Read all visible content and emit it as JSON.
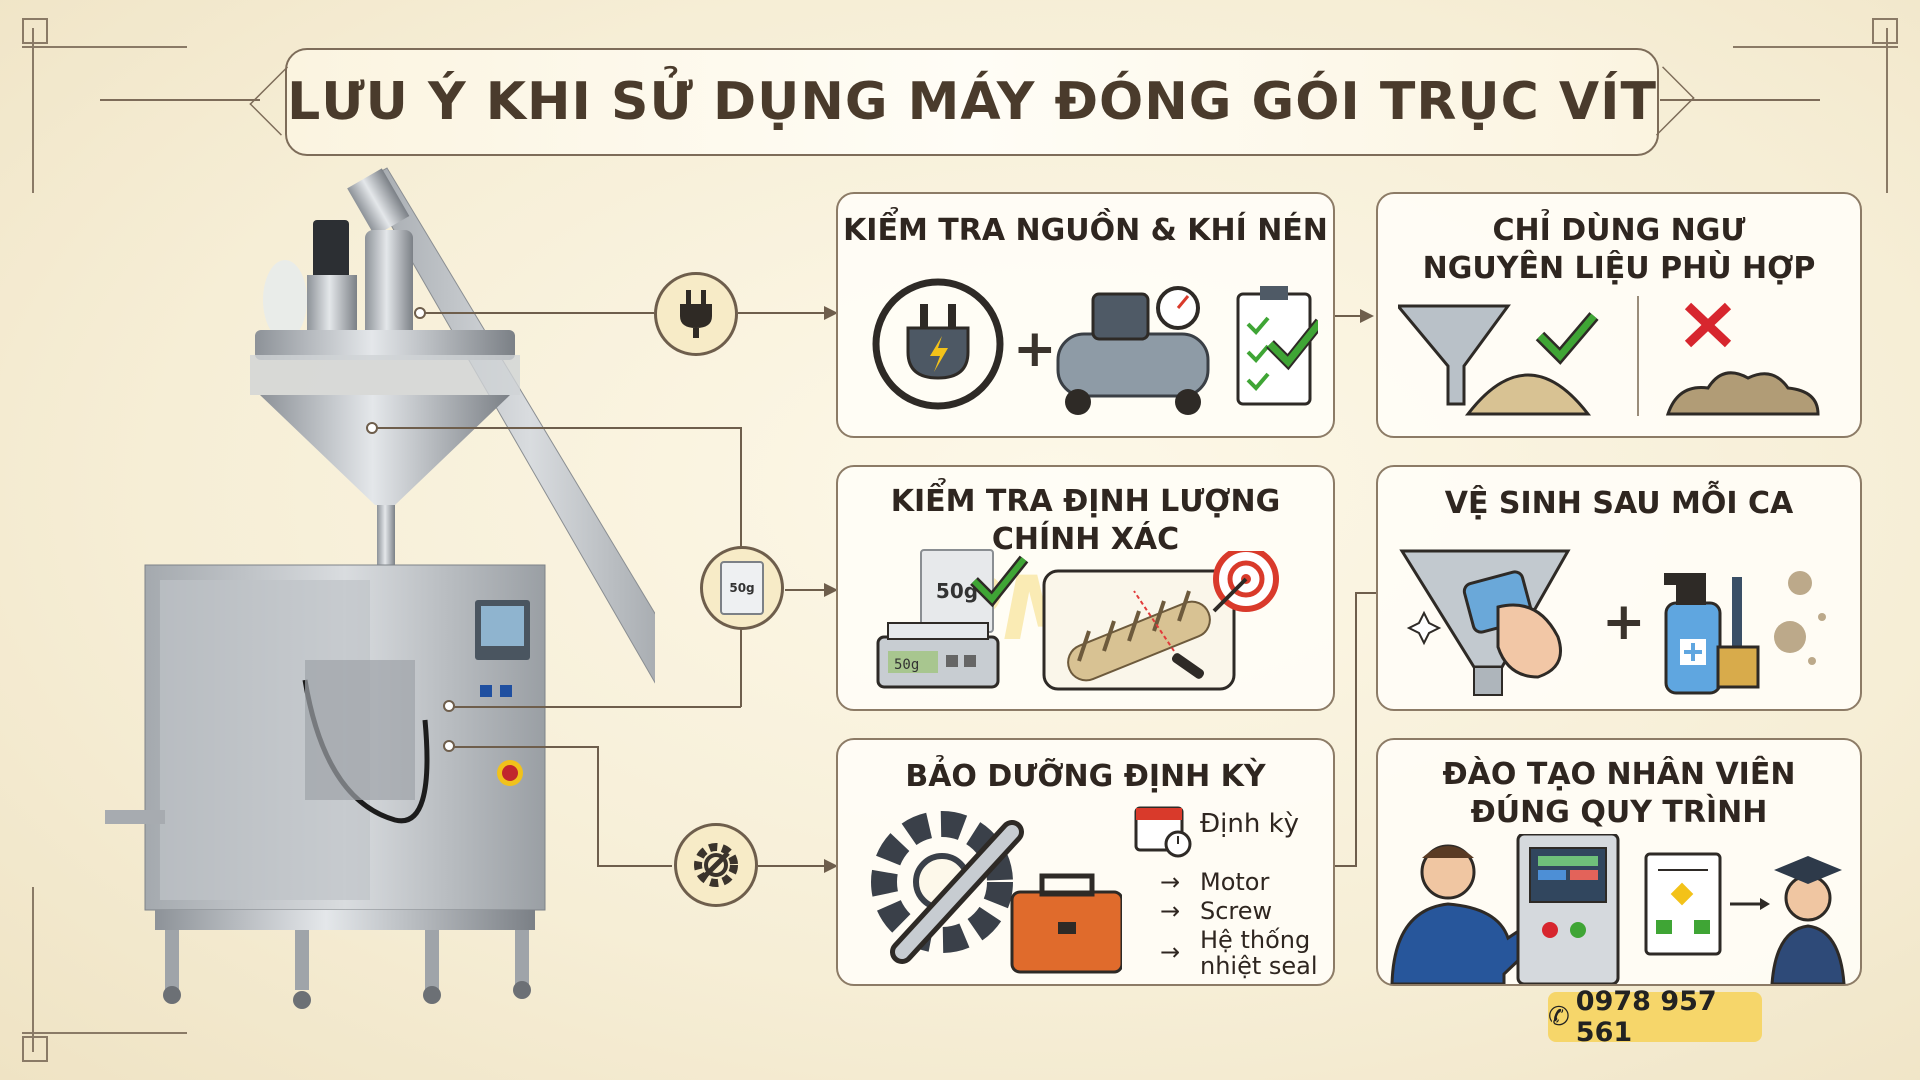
{
  "title": "LƯU Ý KHI SỬ DỤNG MÁY ĐÓNG GÓI TRỤC VÍT",
  "cards": {
    "power": {
      "title": "KIỂM TRA NGUỒN & KHÍ NÉN"
    },
    "material": {
      "title_line1": "CHỈ DÙNG NGƯ",
      "title_line2": "NGUYÊN LIỆU PHÙ HỢP"
    },
    "dosing": {
      "title_line1": "KIỂM TRA ĐỊNH LƯỢNG",
      "title_line2": "CHÍNH XÁC",
      "bag_label": "50g",
      "scale_label": "50g"
    },
    "cleaning": {
      "title": "VỆ SINH SAU MỖI CA"
    },
    "maintenance": {
      "title": "BẢO DƯỠNG ĐỊNH KỲ",
      "schedule_label": "Định kỳ",
      "items": [
        "Motor",
        "Screw",
        "Hệ thống",
        "nhiệt seal"
      ]
    },
    "training": {
      "title_line1": "ĐÀO TẠO NHÂN VIÊN",
      "title_line2": "ĐÚNG QUY TRÌNH"
    }
  },
  "badges": {
    "dosing_bag_label": "50g"
  },
  "watermark": "PMS",
  "contact": {
    "phone": "0978 957 561"
  },
  "colors": {
    "frame": "#7d6c59",
    "accent_gold": "#f6d66a",
    "check_green": "#3fa535",
    "cross_red": "#d7262e",
    "toolbox_orange": "#e06b2c",
    "target_red": "#d93a2b"
  }
}
